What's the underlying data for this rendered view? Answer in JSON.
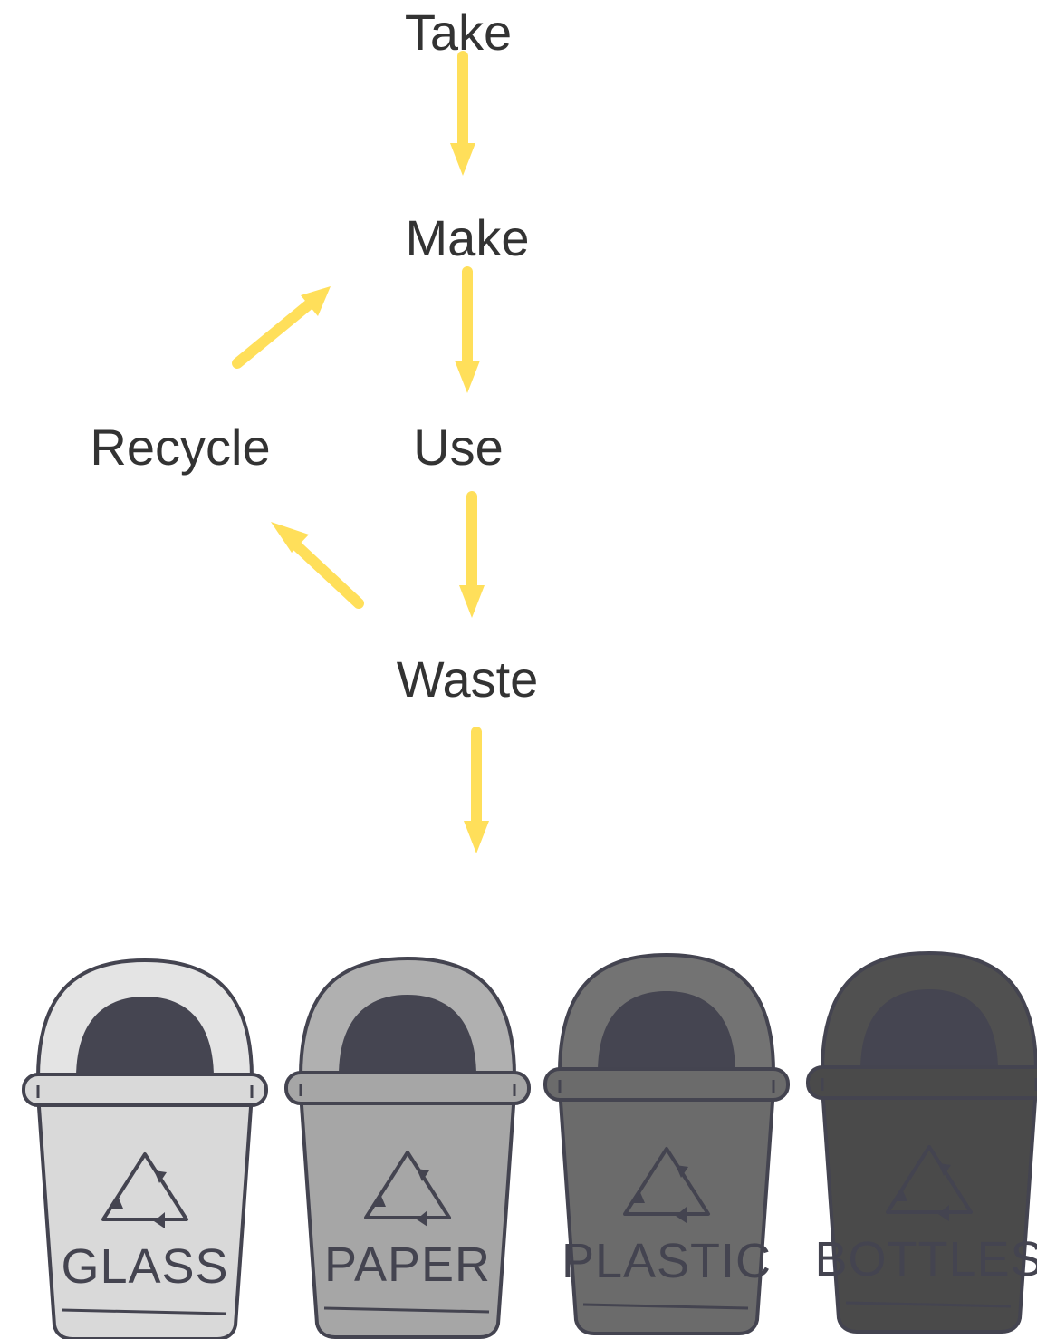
{
  "diagram": {
    "nodes": {
      "take": "Take",
      "make": "Make",
      "use": "Use",
      "recycle": "Recycle",
      "waste": "Waste"
    },
    "arrow_color": "#ffdf5a",
    "edges": [
      {
        "from": "Take",
        "to": "Make"
      },
      {
        "from": "Make",
        "to": "Use"
      },
      {
        "from": "Use",
        "to": "Waste"
      },
      {
        "from": "Waste",
        "to": "Recycle"
      },
      {
        "from": "Recycle",
        "to": "Make"
      },
      {
        "from": "Waste",
        "to": "bins"
      }
    ]
  },
  "bins": [
    {
      "label": "GLASS",
      "body_color": "#d9d9d9",
      "lid_color": "#e4e4e4"
    },
    {
      "label": "PAPER",
      "body_color": "#a6a6a6",
      "lid_color": "#b0b0b0"
    },
    {
      "label": "PLASTIC",
      "body_color": "#6b6b6b",
      "lid_color": "#737373"
    },
    {
      "label": "BOTTLES",
      "body_color": "#4a4a4a",
      "lid_color": "#505050"
    }
  ],
  "icons": {
    "bin": "trash-bin-icon",
    "recycle": "recycle-icon"
  }
}
